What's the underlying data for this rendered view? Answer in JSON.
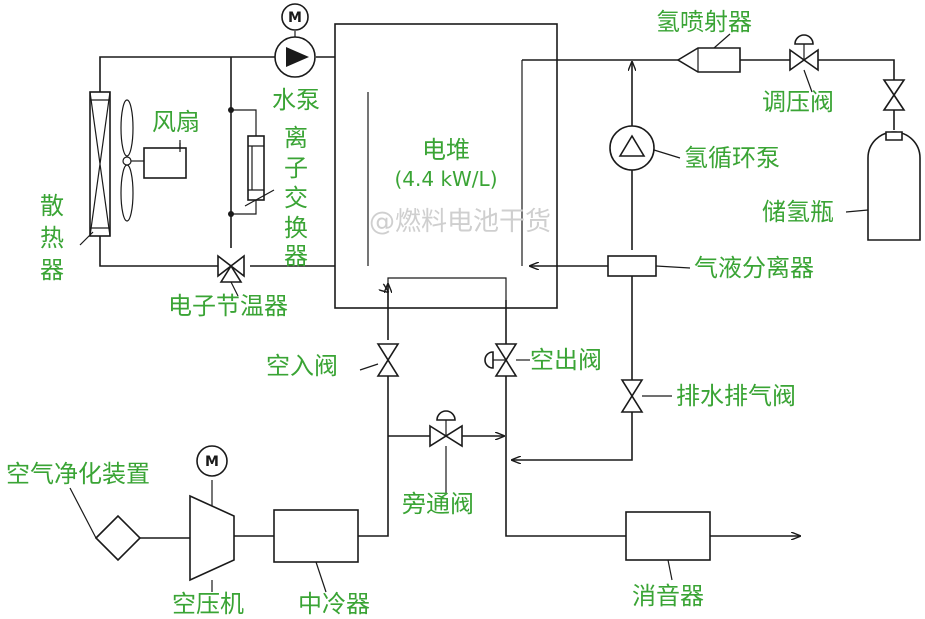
{
  "labels": {
    "stack_title": "电堆",
    "stack_power": "(4.4 kW/L)",
    "watermark": "@燃料电池干货",
    "radiator": [
      "散",
      "热",
      "器"
    ],
    "fan": "风扇",
    "water_pump": "水泵",
    "ion_exchanger": [
      "离",
      "子",
      "交",
      "换",
      "器"
    ],
    "thermostat": "电子节温器",
    "h2_ejector": "氢喷射器",
    "pressure_valve": "调压阀",
    "h2_recirc_pump": "氢循环泵",
    "h2_tank": "储氢瓶",
    "gas_liquid_separator": "气液分离器",
    "air_inlet_valve": "空入阀",
    "air_outlet_valve": "空出阀",
    "drain_purge_valve": "排水排气阀",
    "bypass_valve": "旁通阀",
    "air_filter": "空气净化装置",
    "compressor": "空压机",
    "intercooler": "中冷器",
    "muffler": "消音器"
  },
  "motor_symbol": "M",
  "colors": {
    "label": "#3aa435",
    "line": "#1a1a1a",
    "watermark": "#cfcfcf"
  }
}
